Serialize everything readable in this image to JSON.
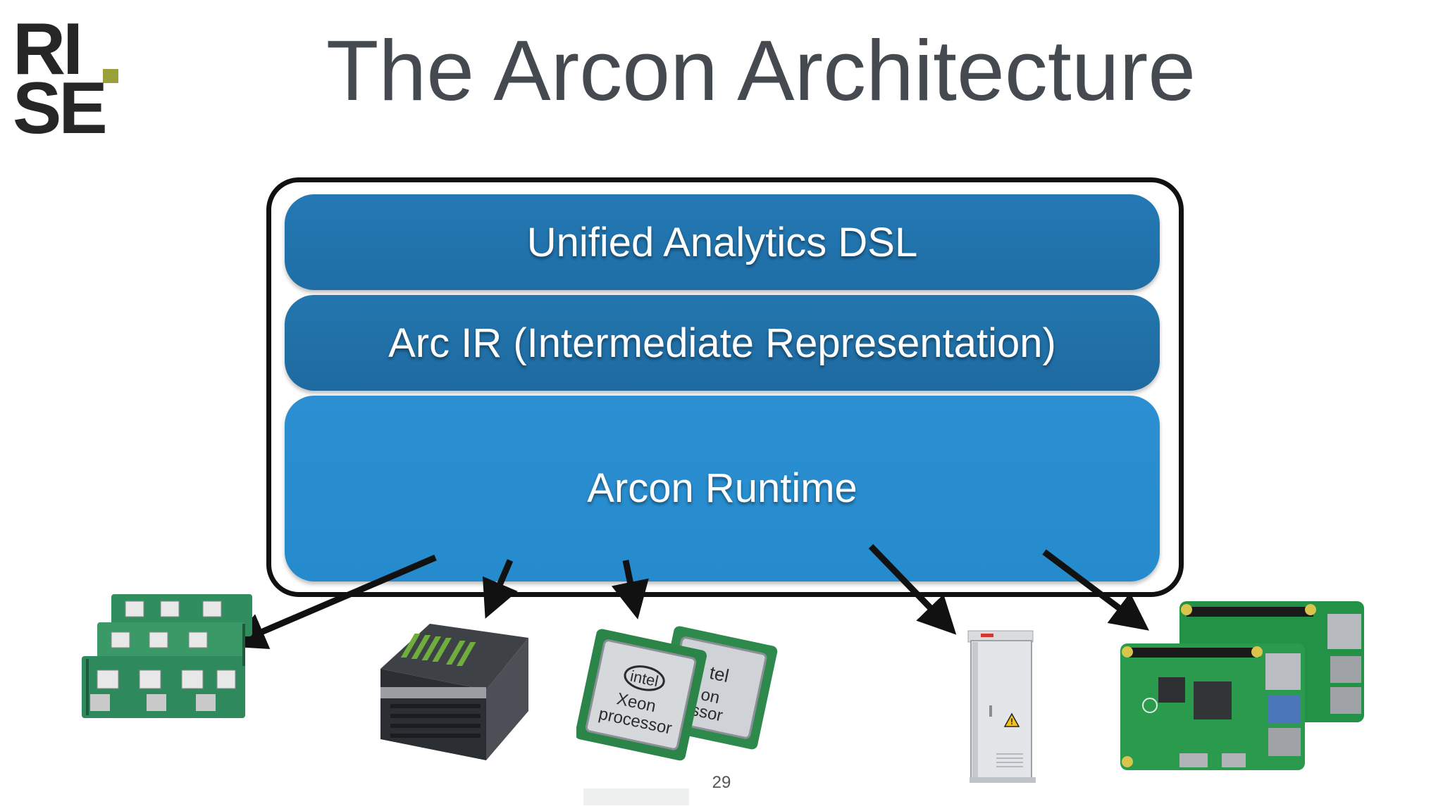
{
  "logo": {
    "line1": "RI",
    "line2": "SE",
    "accent_color": "#9aa03a"
  },
  "title": "The Arcon Architecture",
  "layers": {
    "dsl": "Unified Analytics DSL",
    "ir": "Arc IR (Intermediate Representation)",
    "runtime": "Arcon Runtime"
  },
  "colors": {
    "dsl": "#2479b4",
    "ir": "#2376ae",
    "runtime": "#2a8ed0",
    "frame": "#111111",
    "title": "#444a50"
  },
  "targets": {
    "icons": [
      "fpga-boards-icon",
      "gpu-server-icon",
      "xeon-processor-icon",
      "edge-cabinet-icon",
      "raspberry-pi-icon"
    ]
  },
  "cpu_label": {
    "brand": "intel",
    "line1": "Xeon",
    "line2": "processor",
    "partial_brand": "tel",
    "partial_line1": "on",
    "partial_line2": "ssor"
  },
  "page_number": "29"
}
